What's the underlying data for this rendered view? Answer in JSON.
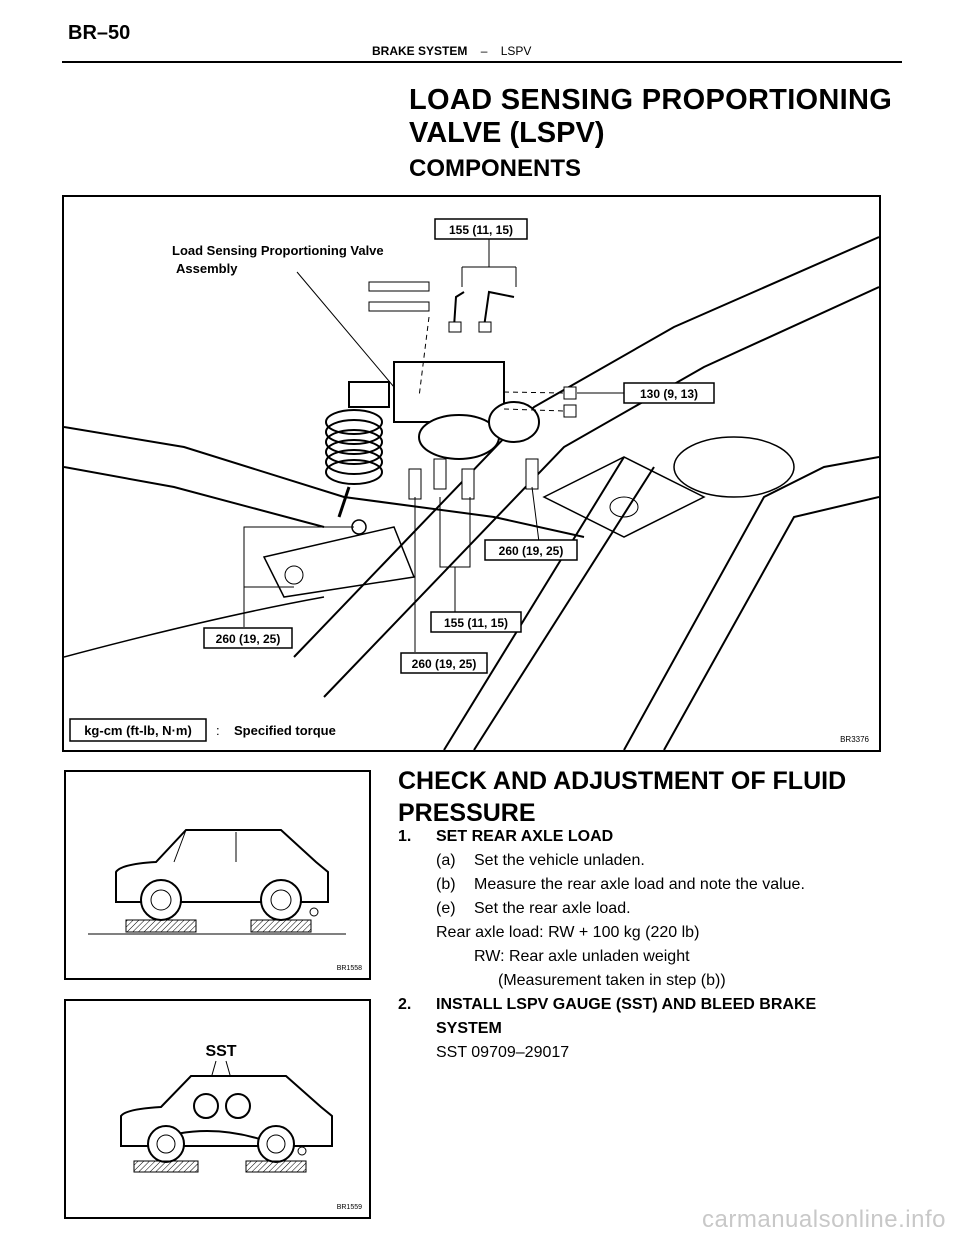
{
  "header": {
    "page_number": "BR–50",
    "section": "BRAKE SYSTEM",
    "separator": "–",
    "subsection": "LSPV"
  },
  "title": {
    "line1": "LOAD SENSING PROPORTIONING",
    "line2": "VALVE (LSPV)",
    "components": "COMPONENTS"
  },
  "figure_main": {
    "label_valve_line1": "Load Sensing Proportioning Valve",
    "label_valve_line2": "Assembly",
    "torque_top": "155 (11, 15)",
    "torque_right": "130 (9, 13)",
    "torque_mid_right": "260 (19, 25)",
    "torque_bottom_mid": "155 (11, 15)",
    "torque_bottom_left": "260 (19, 25)",
    "torque_bottom": "260 (19, 25)",
    "legend_box": "kg-cm (ft-lb, N·m)",
    "legend_colon": ":",
    "legend_text": "Specified torque",
    "figure_code": "BR3376"
  },
  "figure_small1": {
    "figure_code": "BR1558"
  },
  "figure_small2": {
    "sst_label": "SST",
    "figure_code": "BR1559"
  },
  "check": {
    "title_line1": "CHECK AND ADJUSTMENT OF FLUID",
    "title_line2": "PRESSURE",
    "step1_num": "1.",
    "step1_title": "SET REAR AXLE LOAD",
    "step1_a_mark": "(a)",
    "step1_a": "Set the vehicle unladen.",
    "step1_b_mark": "(b)",
    "step1_b": "Measure the rear axle load and note the value.",
    "step1_e_mark": "(e)",
    "step1_e": "Set the rear axle load.",
    "rear_axle_load": "Rear axle load: RW + 100 kg (220 lb)",
    "rw_def": "RW: Rear axle unladen weight",
    "rw_note": "(Measurement taken in step (b))",
    "step2_num": "2.",
    "step2_title_line1": "INSTALL LSPV GAUGE (SST) AND BLEED BRAKE",
    "step2_title_line2": "SYSTEM",
    "sst": "SST  09709–29017"
  },
  "watermark": "carmanualsonline.info"
}
